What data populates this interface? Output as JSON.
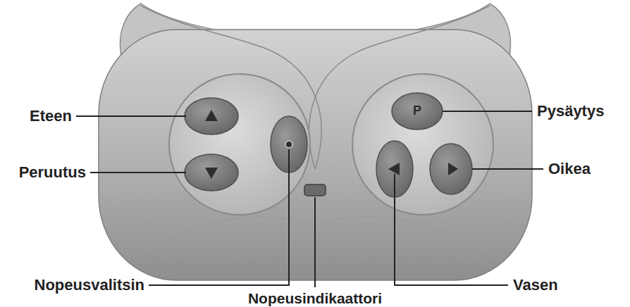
{
  "diagram": {
    "labels": [
      "Eteen",
      "P",
      "Pysäytys",
      "Peruutus",
      "Oikea",
      "Nopeusvalitsin",
      "Vasen",
      "Nopeusindikaattori"
    ]
  }
}
